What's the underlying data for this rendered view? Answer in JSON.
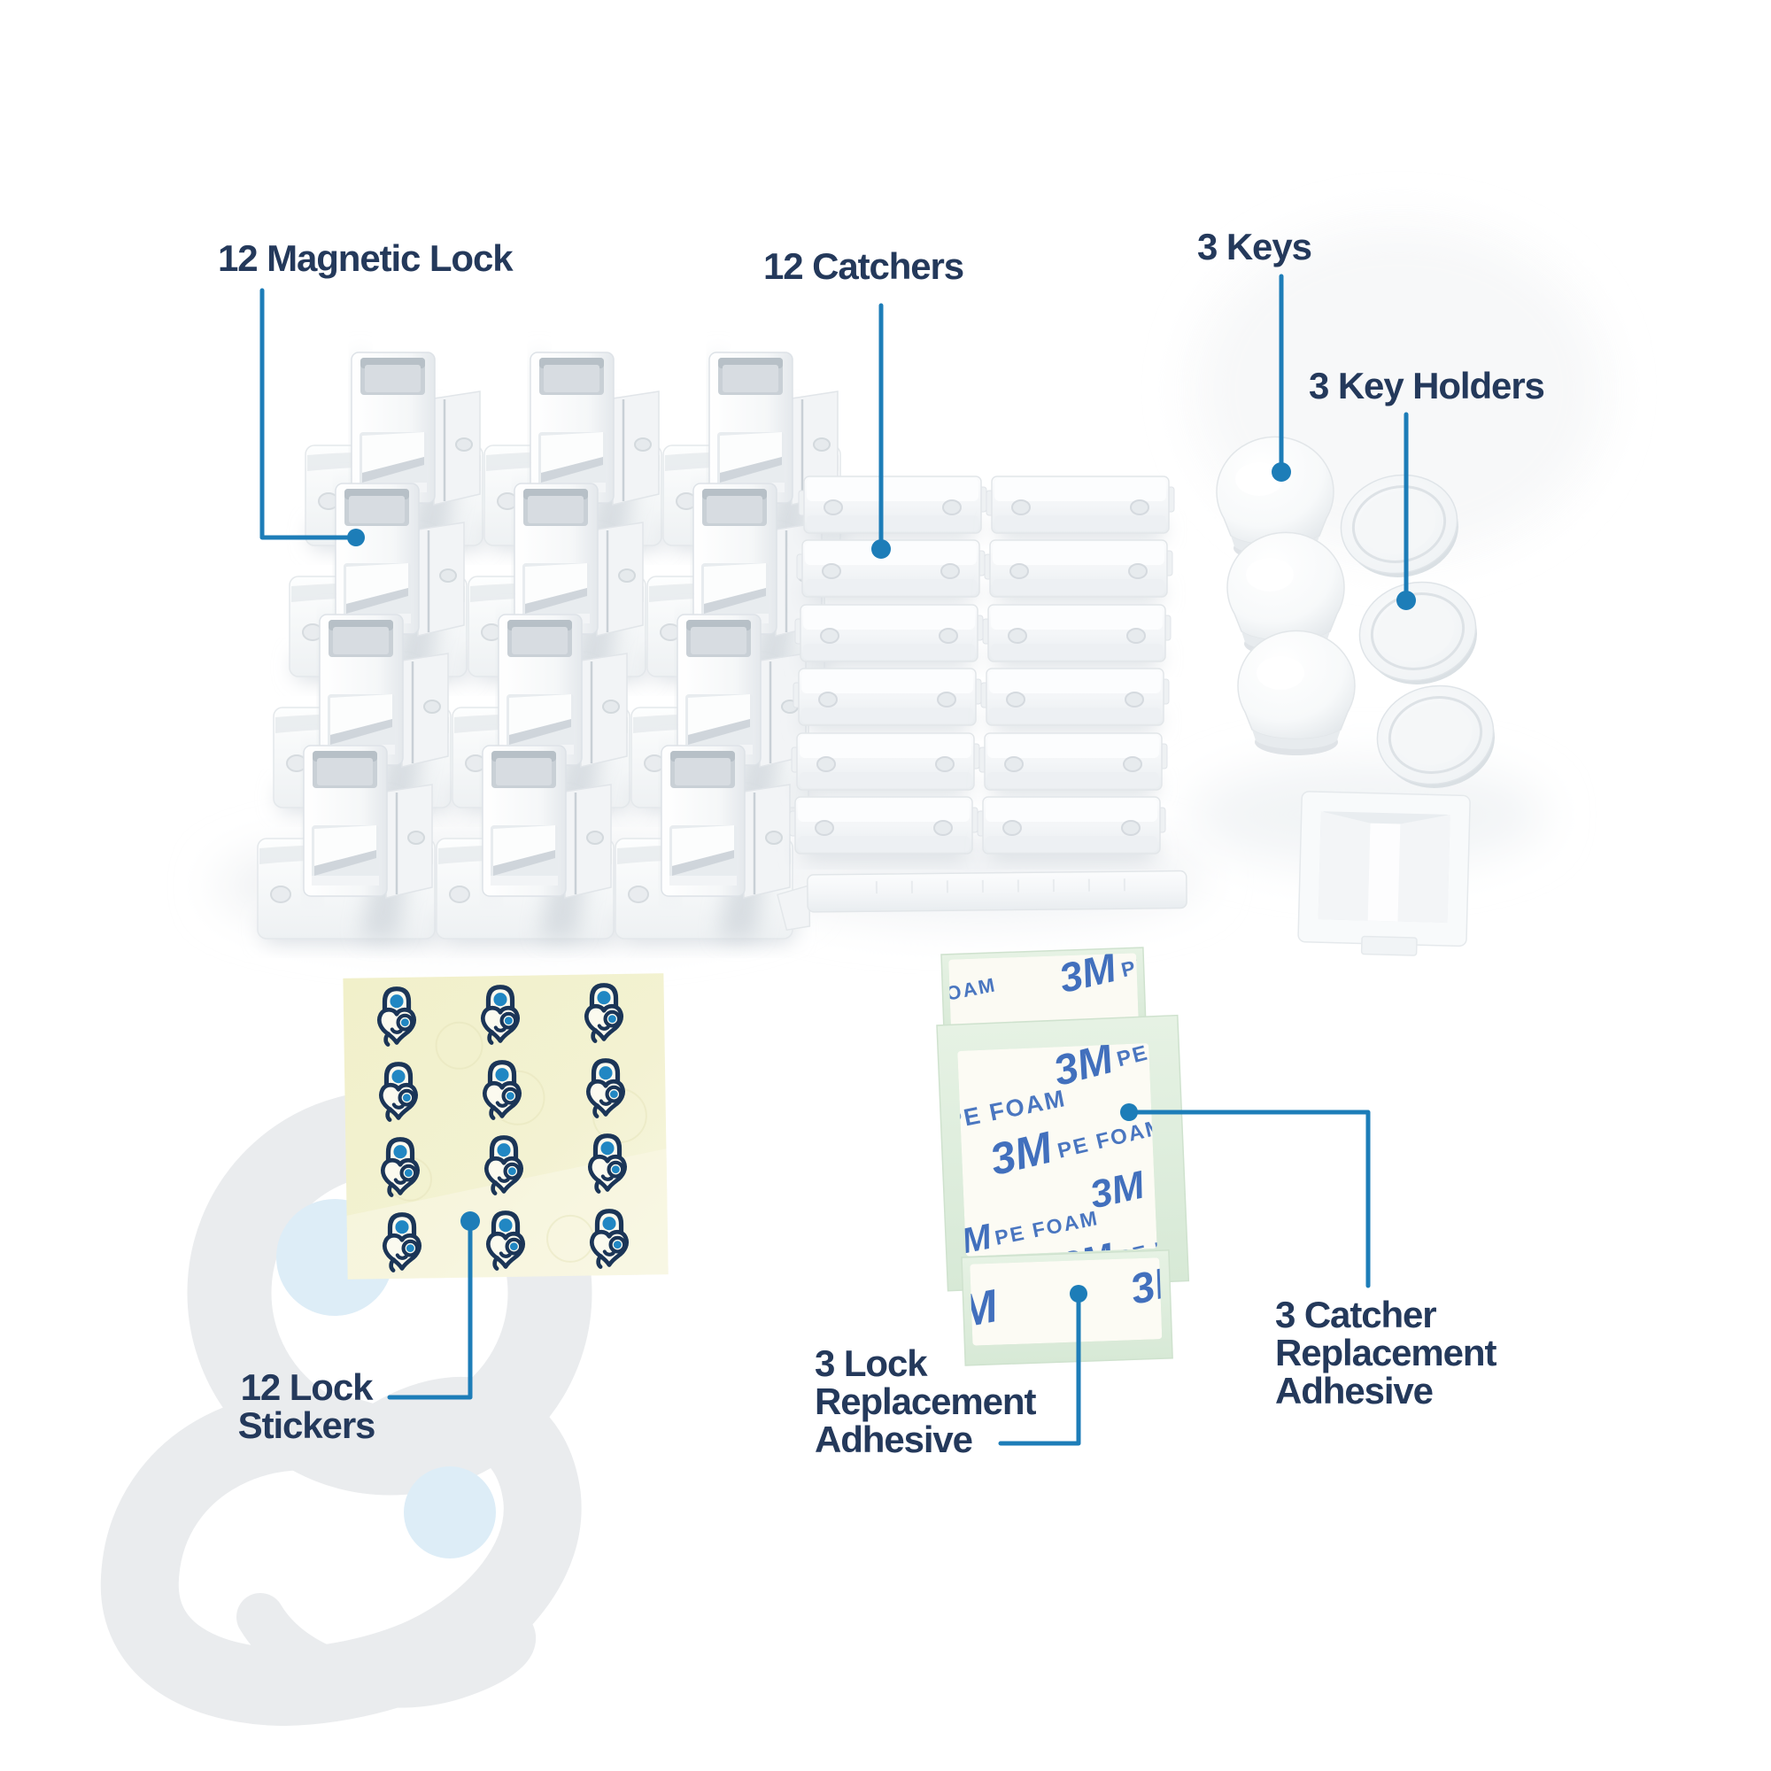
{
  "page": {
    "background": "#ffffff",
    "accent_line_color": "#1d7db8",
    "label_color": "#24395b"
  },
  "callouts": {
    "magnetic_lock": {
      "label": "12 Magnetic Lock"
    },
    "catchers": {
      "label": "12 Catchers"
    },
    "keys": {
      "label": "3 Keys"
    },
    "key_holders": {
      "label": "3 Key Holders"
    },
    "lock_stickers": {
      "label": "12 Lock\nStickers"
    },
    "lock_replacement_adhesive": {
      "label": "3 Lock\nReplacement\nAdhesive"
    },
    "catcher_replacement_adhesive": {
      "label": "3 Catcher\nReplacement\nAdhesive"
    }
  },
  "adhesive_pads": {
    "brand": "3M",
    "material": "PE FOAM"
  },
  "colors": {
    "logo_navy": "#1b3557",
    "logo_blue": "#2187c3",
    "watermark_gray": "#eaeced",
    "watermark_blue": "#ddedf7",
    "sticker_sheet": "#f2f1cd",
    "mint_backing": "#dfeedd",
    "pad_print_blue": "#4270bd"
  }
}
